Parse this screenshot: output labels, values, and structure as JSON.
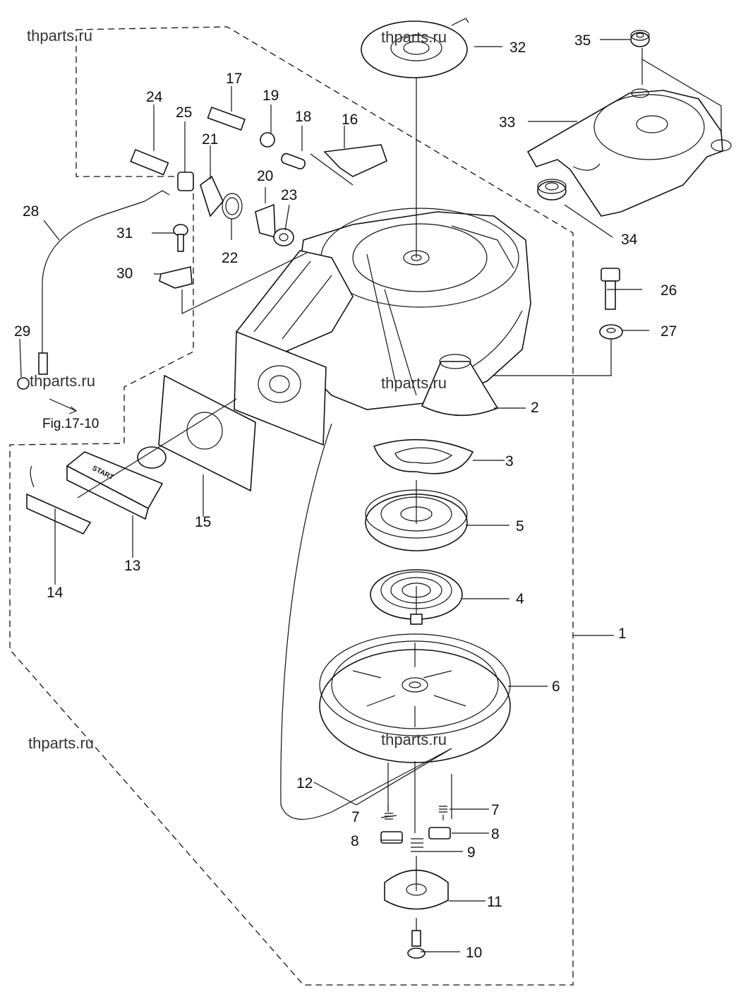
{
  "watermarks": [
    "thparts.ru",
    "thparts.ru",
    "thparts.ru",
    "thparts.ru",
    "thparts.ru"
  ],
  "figure_ref": "Fig.17-10",
  "handle_text": "START",
  "callouts": [
    "1",
    "2",
    "3",
    "4",
    "5",
    "6",
    "7",
    "7",
    "8",
    "8",
    "9",
    "10",
    "11",
    "12",
    "13",
    "14",
    "15",
    "16",
    "17",
    "18",
    "19",
    "20",
    "21",
    "22",
    "23",
    "24",
    "25",
    "26",
    "27",
    "28",
    "29",
    "30",
    "31",
    "32",
    "33",
    "34",
    "35"
  ]
}
